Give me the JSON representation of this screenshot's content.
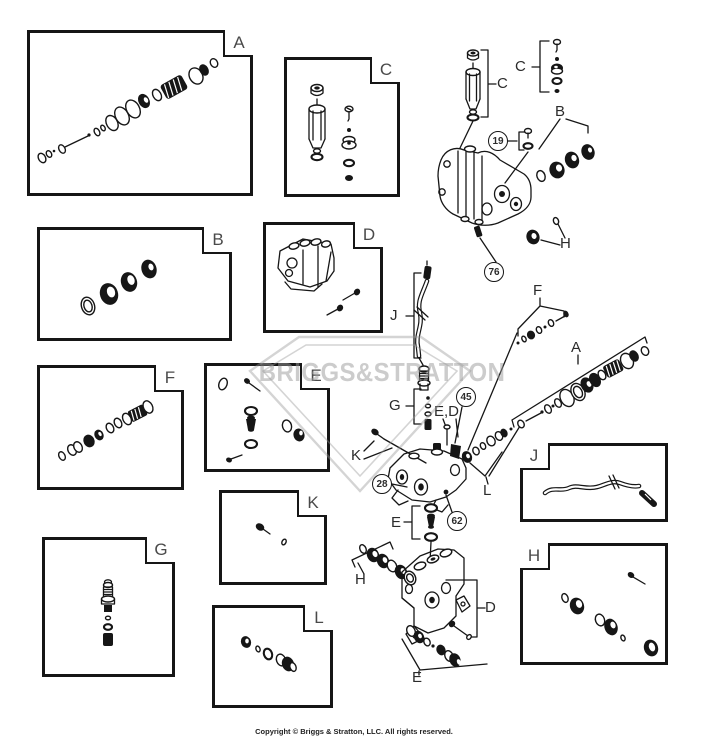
{
  "diagram": {
    "watermark_text": "BRIGGS&STRATTON",
    "copyright": "Copyright © Briggs & Stratton, LLC. All rights reserved."
  },
  "detail_boxes": {
    "a": {
      "label": "A"
    },
    "b": {
      "label": "B"
    },
    "c": {
      "label": "C"
    },
    "d": {
      "label": "D"
    },
    "e": {
      "label": "E"
    },
    "f": {
      "label": "F"
    },
    "g": {
      "label": "G"
    },
    "h": {
      "label": "H"
    },
    "j": {
      "label": "J"
    },
    "k": {
      "label": "K"
    },
    "l": {
      "label": "L"
    }
  },
  "assembly_labels": {
    "plunger_c": "C",
    "kit_c": "C",
    "kit_b": "B",
    "kit_h_top": "H",
    "hose_j": "J",
    "kit_g": "G",
    "kit_ed": "E,D",
    "kit_f": "F",
    "kit_a": "A",
    "kit_k": "K",
    "kit_l": "L",
    "kit_e_mid": "E",
    "kit_h_bottom": "H",
    "manifold_d": "D",
    "kit_e_bottom": "E"
  },
  "callouts": {
    "c19": "19",
    "c76": "76",
    "c45": "45",
    "c28": "28",
    "c62": "62"
  }
}
